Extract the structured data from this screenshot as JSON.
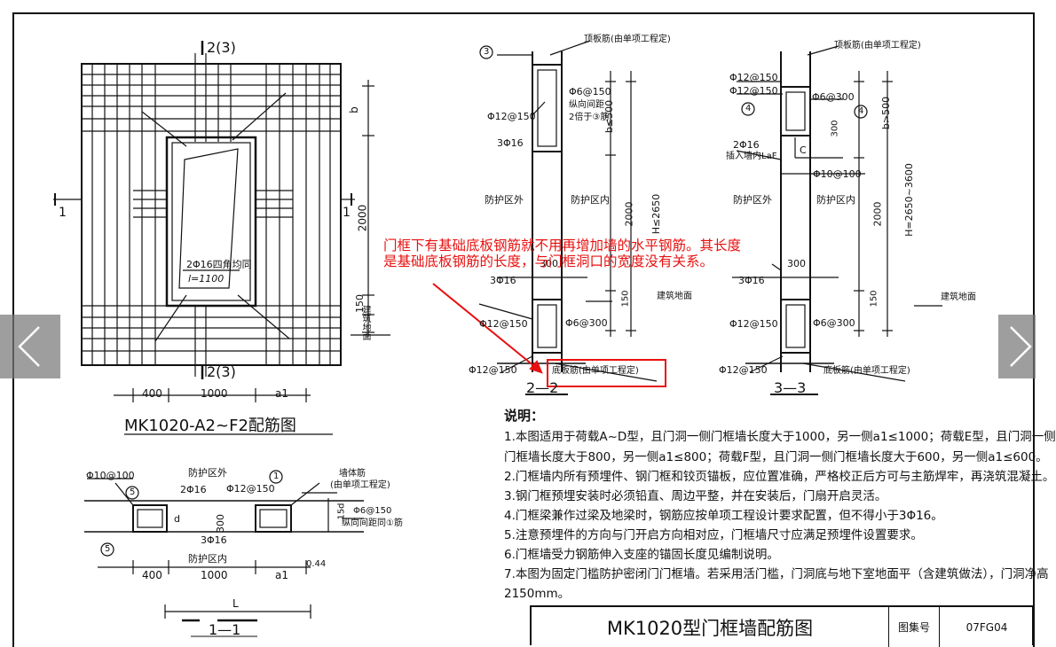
{
  "drawing": {
    "main_title": "MK1020型门框墙配筋图",
    "atlas_label": "图集号",
    "atlas_number": "07FG04"
  },
  "elevation": {
    "title": "MK1020-A2~F2配筋图",
    "section_top": "2(3)",
    "section_bottom": "2(3)",
    "section_side_left": "1",
    "section_side_right": "1",
    "dims_bottom": [
      "400",
      "1000",
      "a1"
    ],
    "dim_right_b": "b",
    "dim_right_2000": "2000",
    "dim_right_150": "150",
    "floor_label": "建筑地面",
    "rebar_note_1": "2Φ16四角均同",
    "rebar_note_2": "l=1100"
  },
  "section_1_1": {
    "title": "1—1",
    "outside": "防护区外",
    "inside": "防护区内",
    "rebar_top_left": "Φ10@100",
    "rebar_2phi16_top": "2Φ16",
    "rebar_phi12_150": "Φ12@150",
    "rebar_3phi16": "3Φ16",
    "rebar_phi6_150": "Φ6@150",
    "rebar_spacing": "纵向间距同①筋",
    "wall_label": "墙体筋",
    "wall_label_2": "(由单项工程定)",
    "circle_1": "1",
    "circle_5a": "5",
    "circle_5b": "5",
    "dim_d": "d",
    "dim_300": "300",
    "dim_15d": "15d",
    "dim_044": "0.44",
    "dims_bottom": [
      "400",
      "1000",
      "a1"
    ],
    "dim_L": "L"
  },
  "section_2_2": {
    "title": "2—2",
    "top_label": "顶板筋(由单项工程定)",
    "circle_3": "3",
    "rebar_phi6_150": "Φ6@150",
    "spacing_1": "纵向间距",
    "spacing_2": "2倍于③筋",
    "rebar_phi12_150": "Φ12@150",
    "rebar_3phi16_top": "3Φ16",
    "outside": "防护区外",
    "inside": "防护区内",
    "dim_b500": "b≤500",
    "dim_H": "H≤2650",
    "dim_2000": "2000",
    "dim_300": "300",
    "dim_150": "150",
    "rebar_3phi16_bot": "3Φ16",
    "rebar_phi12_150_bot": "Φ12@150",
    "rebar_phi6_300": "Φ6@300",
    "rebar_phi12_150_base": "Φ12@150",
    "floor": "建筑地面",
    "base_label": "底板筋(由单项工程定)"
  },
  "section_3_3": {
    "title": "3—3",
    "top_label": "顶板筋(由单项工程定)",
    "rebar_a": "Φ12@150",
    "rebar_b": "Φ12@150",
    "rebar_phi6_300": "Φ6@300",
    "circle_4a": "4",
    "circle_4b": "4",
    "dim_b500": "b>500",
    "dim_300": "300",
    "rebar_2phi16": "2Φ16",
    "anchor": "插入墙内LaF",
    "label_c": "C",
    "rebar_phi10_100": "Φ10@100",
    "outside": "防护区外",
    "inside": "防护区内",
    "dim_2000": "2000",
    "dim_H": "H=2650~3600",
    "dim_300b": "300",
    "rebar_3phi16": "3Φ16",
    "dim_150": "150",
    "floor": "建筑地面",
    "rebar_phi12_150_bot": "Φ12@150",
    "rebar_phi6_300_bot": "Φ6@300",
    "rebar_phi12_150_base": "Φ12@150",
    "base_label": "底板筋(由单项工程定)"
  },
  "annotation": {
    "line1": "门框下有基础底板钢筋就不用再增加墙的水平钢筋。其长度",
    "line2": "是基础底板钢筋的长度，与门框洞口的宽度没有关系。"
  },
  "notes": {
    "title": "说明：",
    "items": [
      "1.本图适用于荷载A~D型，且门洞一侧门框墙长度大于1000，另一侧a1≤1000；荷载E型，且门洞一侧",
      "门框墙长度大于800，另一侧a1≤800；荷载F型，且门洞一侧门框墙长度大于600，另一侧a1≤600。",
      "2.门框墙内所有预埋件、钢门框和铰页锚板，应位置准确，严格校正后方可与主筋焊牢，再浇筑混凝土。",
      "3.钢门框预埋安装时必须铅直、周边平整，并在安装后，门扇开启灵活。",
      "4.门框梁兼作过梁及地梁时，钢筋应按单项工程设计要求配置，但不得小于3Φ16。",
      "5.注意预埋件的方向与门开启方向相对应，门框墙尺寸应满足预埋件设置要求。",
      "6.门框墙受力钢筋伸入支座的锚固长度见编制说明。",
      "7.本图为固定门槛防护密闭门门框墙。若采用活门槛，门洞底与地下室地面平（含建筑做法），门洞净高",
      "2150mm。"
    ]
  },
  "nav": {
    "prev_icon": "chevron-left-icon",
    "next_icon": "chevron-right-icon"
  },
  "colors": {
    "ink": "#111111",
    "annotation": "#e81010",
    "nav_bg": "#787878"
  }
}
